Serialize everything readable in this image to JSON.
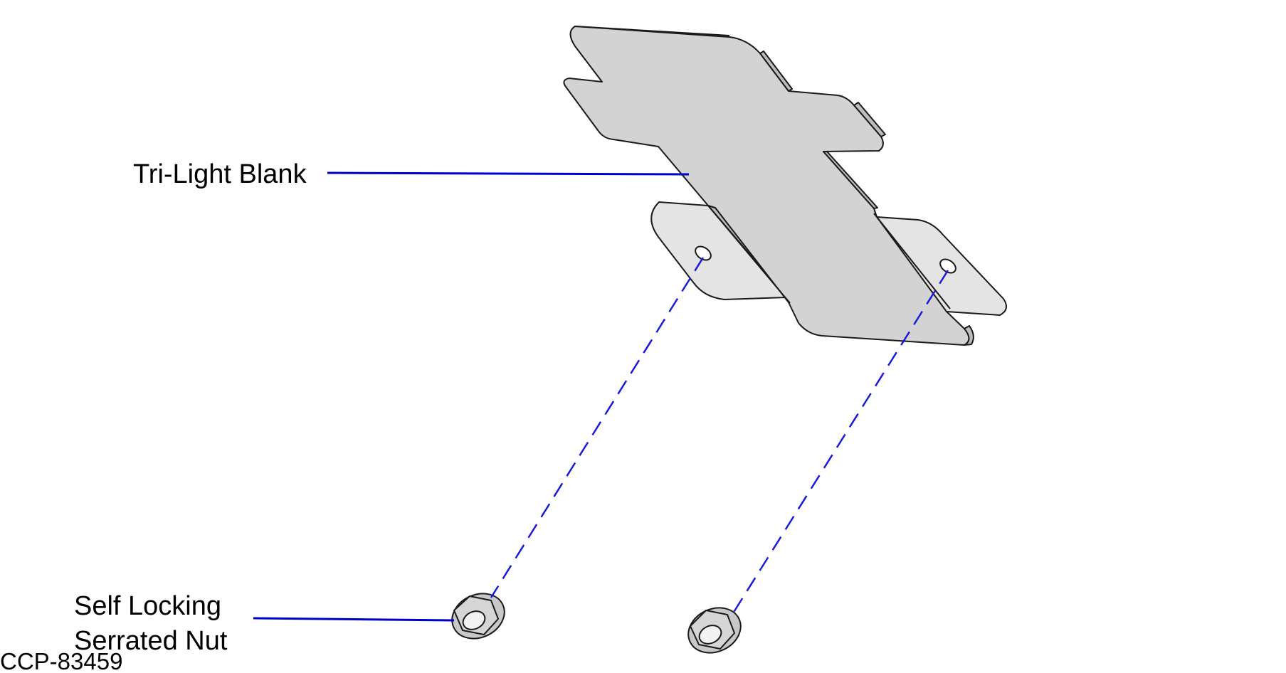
{
  "labels": {
    "tri_light_blank": "Tri-Light Blank",
    "nut_line1": "Self Locking",
    "nut_line2": "Serrated Nut",
    "figure_id": "CCP-83459"
  },
  "colors": {
    "leader_line": "#0000cc",
    "dashed_line": "#1a1adb",
    "plate_face": "#d3d3d3",
    "plate_edge": "#bdbdbd",
    "outline": "#1a1a1a"
  }
}
